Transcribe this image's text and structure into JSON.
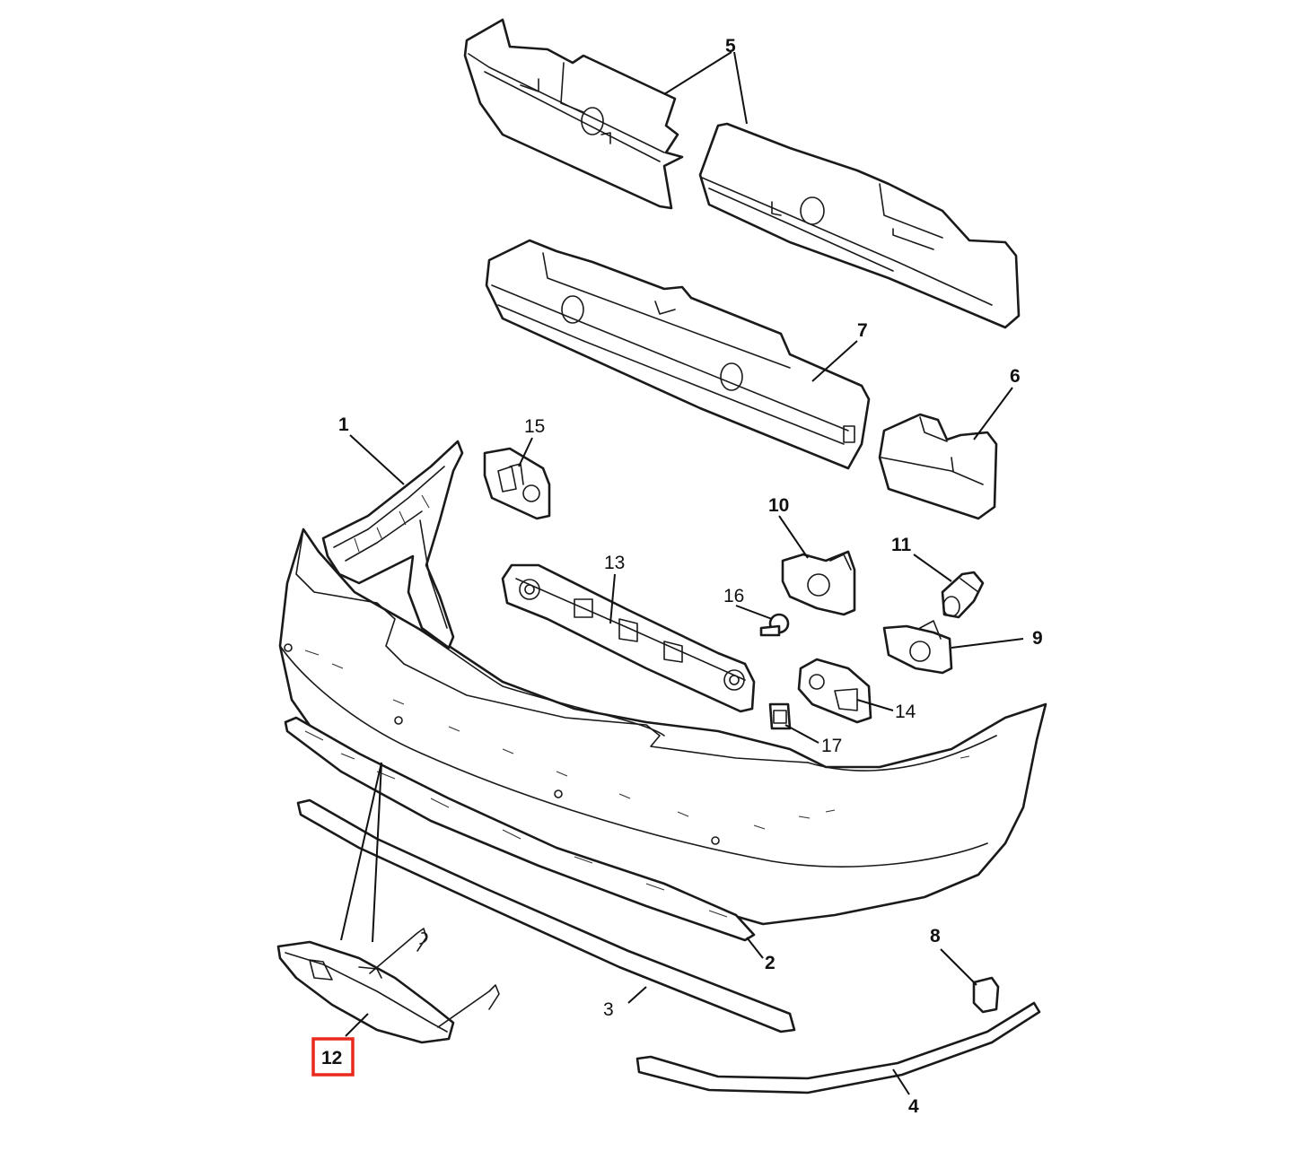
{
  "callouts": {
    "c1": "1",
    "c2": "2",
    "c3": "3",
    "c4": "4",
    "c5": "5",
    "c6": "6",
    "c7": "7",
    "c8": "8",
    "c9": "9",
    "c10": "10",
    "c11": "11",
    "c12": "12",
    "c13": "13",
    "c14": "14",
    "c15": "15",
    "c16": "16",
    "c17": "17"
  },
  "highlight": {
    "label": "12",
    "color": "#e8291c"
  }
}
